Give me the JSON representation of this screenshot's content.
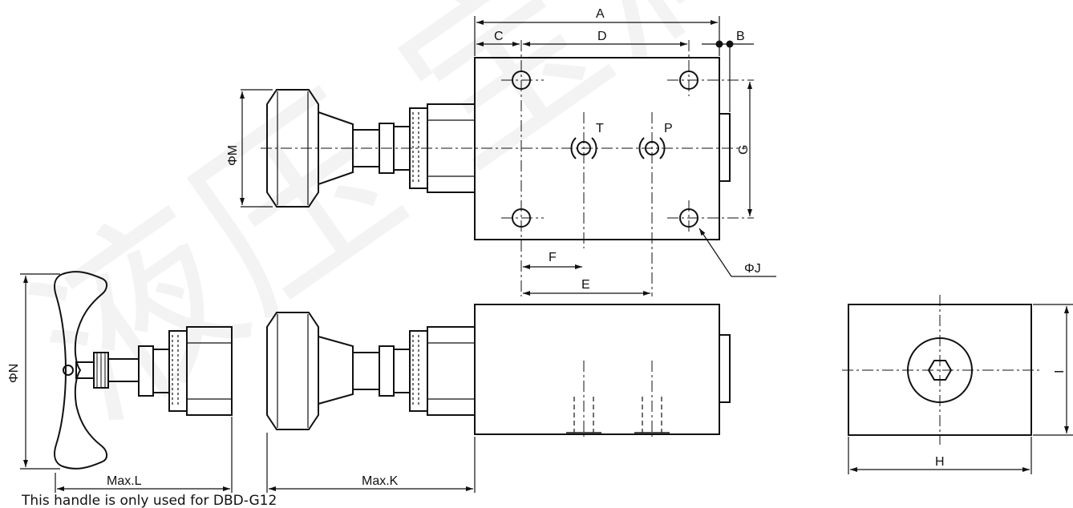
{
  "drawing": {
    "dimensions": {
      "A": "A",
      "B": "B",
      "C": "C",
      "D": "D",
      "E": "E",
      "F": "F",
      "G": "G",
      "H": "H",
      "I": "I",
      "J": "ΦJ",
      "M": "ΦM",
      "N": "ΦN",
      "L": "Max.L",
      "K": "Max.K"
    },
    "ports": {
      "T": "T",
      "P": "P"
    },
    "note": "This handle is only used for DBD-G12",
    "watermark": "液压 宝润液"
  }
}
